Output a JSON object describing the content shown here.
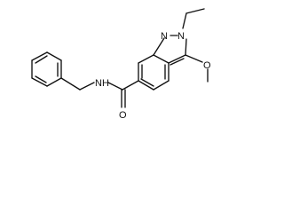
{
  "molecule": {
    "atoms": {
      "n_ring": "N",
      "n_ethyl": "N",
      "o_methoxy": "O",
      "amide_n": "N",
      "amide_h": "H",
      "carbonyl_o": "O"
    }
  }
}
